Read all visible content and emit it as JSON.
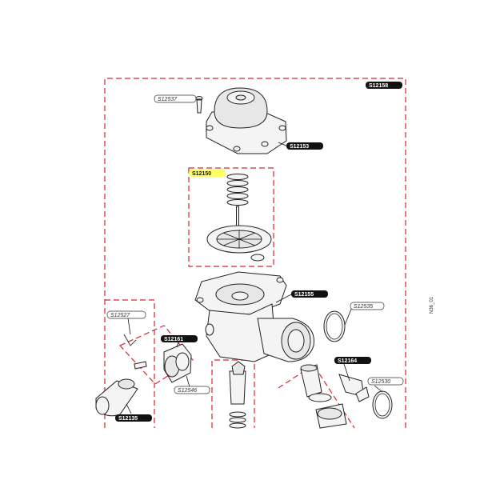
{
  "diagram": {
    "side_note": "N36_01",
    "labels": {
      "s12158": "S12158",
      "s12537": "S12537",
      "s12153": "S12153",
      "s12150": "S12150",
      "s12155": "S12155",
      "s12535": "S12535",
      "s12527": "S12527",
      "s12161": "S12161",
      "s12546": "S12546",
      "s12164": "S12164",
      "s12530": "S12530",
      "s12135": "S12135"
    },
    "colors": {
      "dash": "#d7262e",
      "label_dark": "#111111",
      "label_highlight": "#ffff66"
    }
  }
}
